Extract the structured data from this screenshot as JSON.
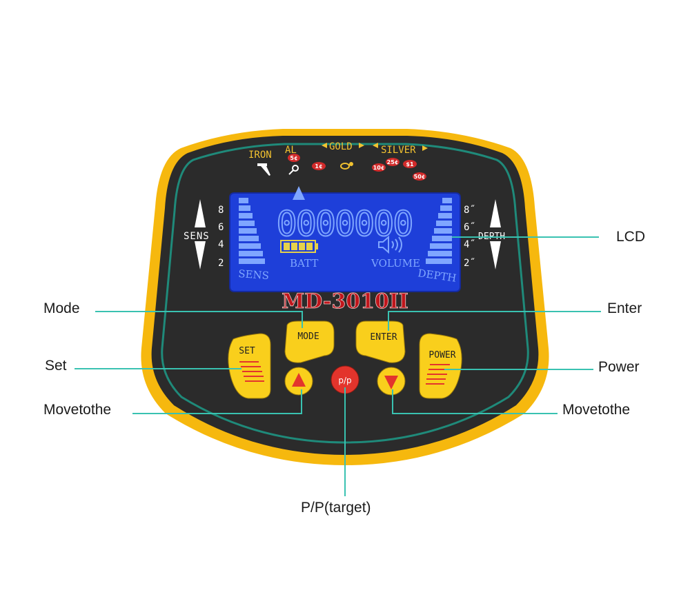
{
  "device": {
    "model": "MD-3010II",
    "colors": {
      "shell": "#f6b80e",
      "face": "#2b2b2b",
      "trim": "#1f8a7a",
      "lcd": "#1e3fd9",
      "lcd_segment": "#7fa6ff",
      "model_text": "#c0161c",
      "button": "#f9cf1c",
      "pp_button": "#e3342c",
      "callout_line": "#39c2b1"
    }
  },
  "scale": {
    "iron": "IRON",
    "al": "AL",
    "gold": "GOLD",
    "silver": "SILVER",
    "coin_5": "5¢",
    "coin_1": "1¢",
    "coin_10": "10¢",
    "coin_25": "25¢",
    "coin_dollar": "$1",
    "coin_50": "50¢"
  },
  "sens_panel": {
    "label": "SENS",
    "ticks": [
      "8",
      "6",
      "4",
      "2"
    ]
  },
  "depth_panel": {
    "label": "DEPTH",
    "ticks": [
      "8˝",
      "6˝",
      "4˝",
      "2˝"
    ]
  },
  "lcd": {
    "sens": "SENS",
    "batt": "BATT",
    "volume": "VOLUME",
    "depth": "DEPTH",
    "digits": "0000000"
  },
  "buttons": {
    "mode": "MODE",
    "enter": "ENTER",
    "set": "SET",
    "power": "POWER",
    "pp": "p/p"
  },
  "callouts": {
    "lcd": "LCD",
    "mode": "Mode",
    "enter": "Enter",
    "set": "Set",
    "power": "Power",
    "move_left": "Movetothe",
    "move_right": "Movetothe",
    "pp": "P/P(target)"
  }
}
